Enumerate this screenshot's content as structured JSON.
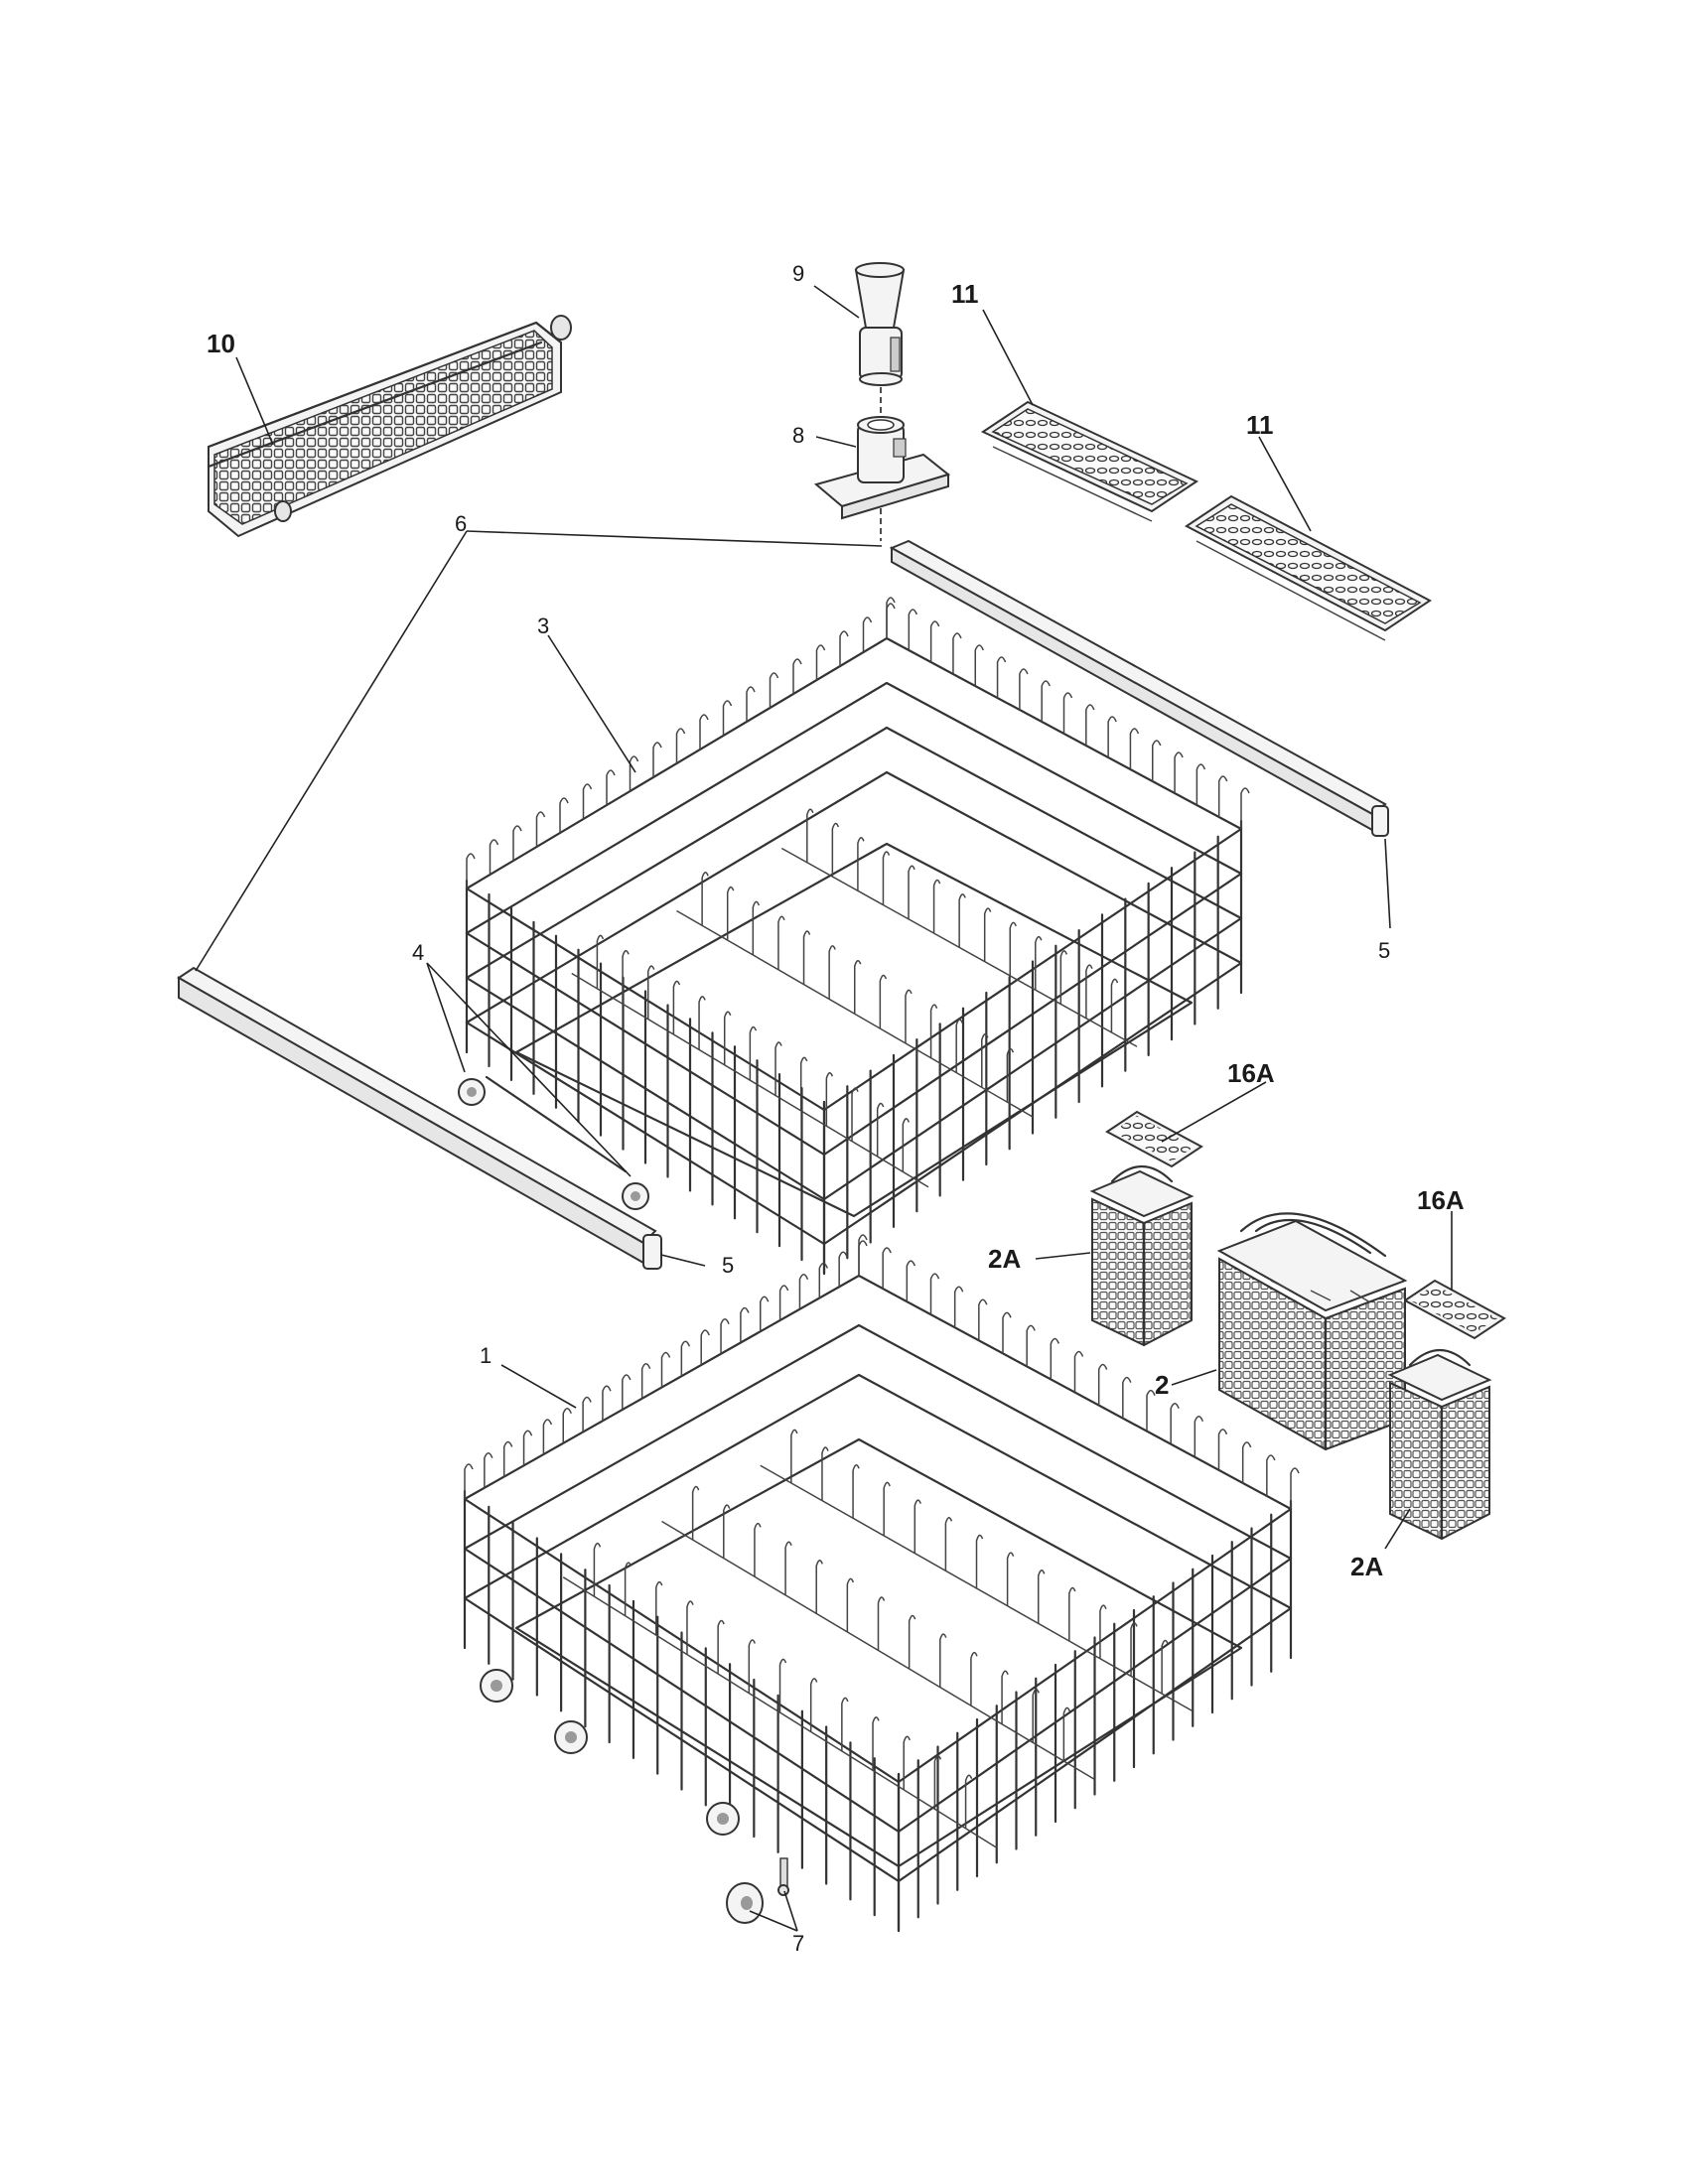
{
  "callouts": [
    {
      "id": "c10",
      "text": "10",
      "bold": true
    },
    {
      "id": "c9",
      "text": "9",
      "bold": false
    },
    {
      "id": "c8",
      "text": "8",
      "bold": false
    },
    {
      "id": "c11a",
      "text": "11",
      "bold": true
    },
    {
      "id": "c11b",
      "text": "11",
      "bold": true
    },
    {
      "id": "c6",
      "text": "6",
      "bold": false
    },
    {
      "id": "c3",
      "text": "3",
      "bold": false
    },
    {
      "id": "c5a",
      "text": "5",
      "bold": false
    },
    {
      "id": "c4",
      "text": "4",
      "bold": false
    },
    {
      "id": "c16a1",
      "text": "16A",
      "bold": true
    },
    {
      "id": "c16a2",
      "text": "16A",
      "bold": true
    },
    {
      "id": "c5b",
      "text": "5",
      "bold": false
    },
    {
      "id": "c2a1",
      "text": "2A",
      "bold": true
    },
    {
      "id": "c1",
      "text": "1",
      "bold": false
    },
    {
      "id": "c2",
      "text": "2",
      "bold": true
    },
    {
      "id": "c2a2",
      "text": "2A",
      "bold": true
    },
    {
      "id": "c7",
      "text": "7",
      "bold": false
    }
  ]
}
